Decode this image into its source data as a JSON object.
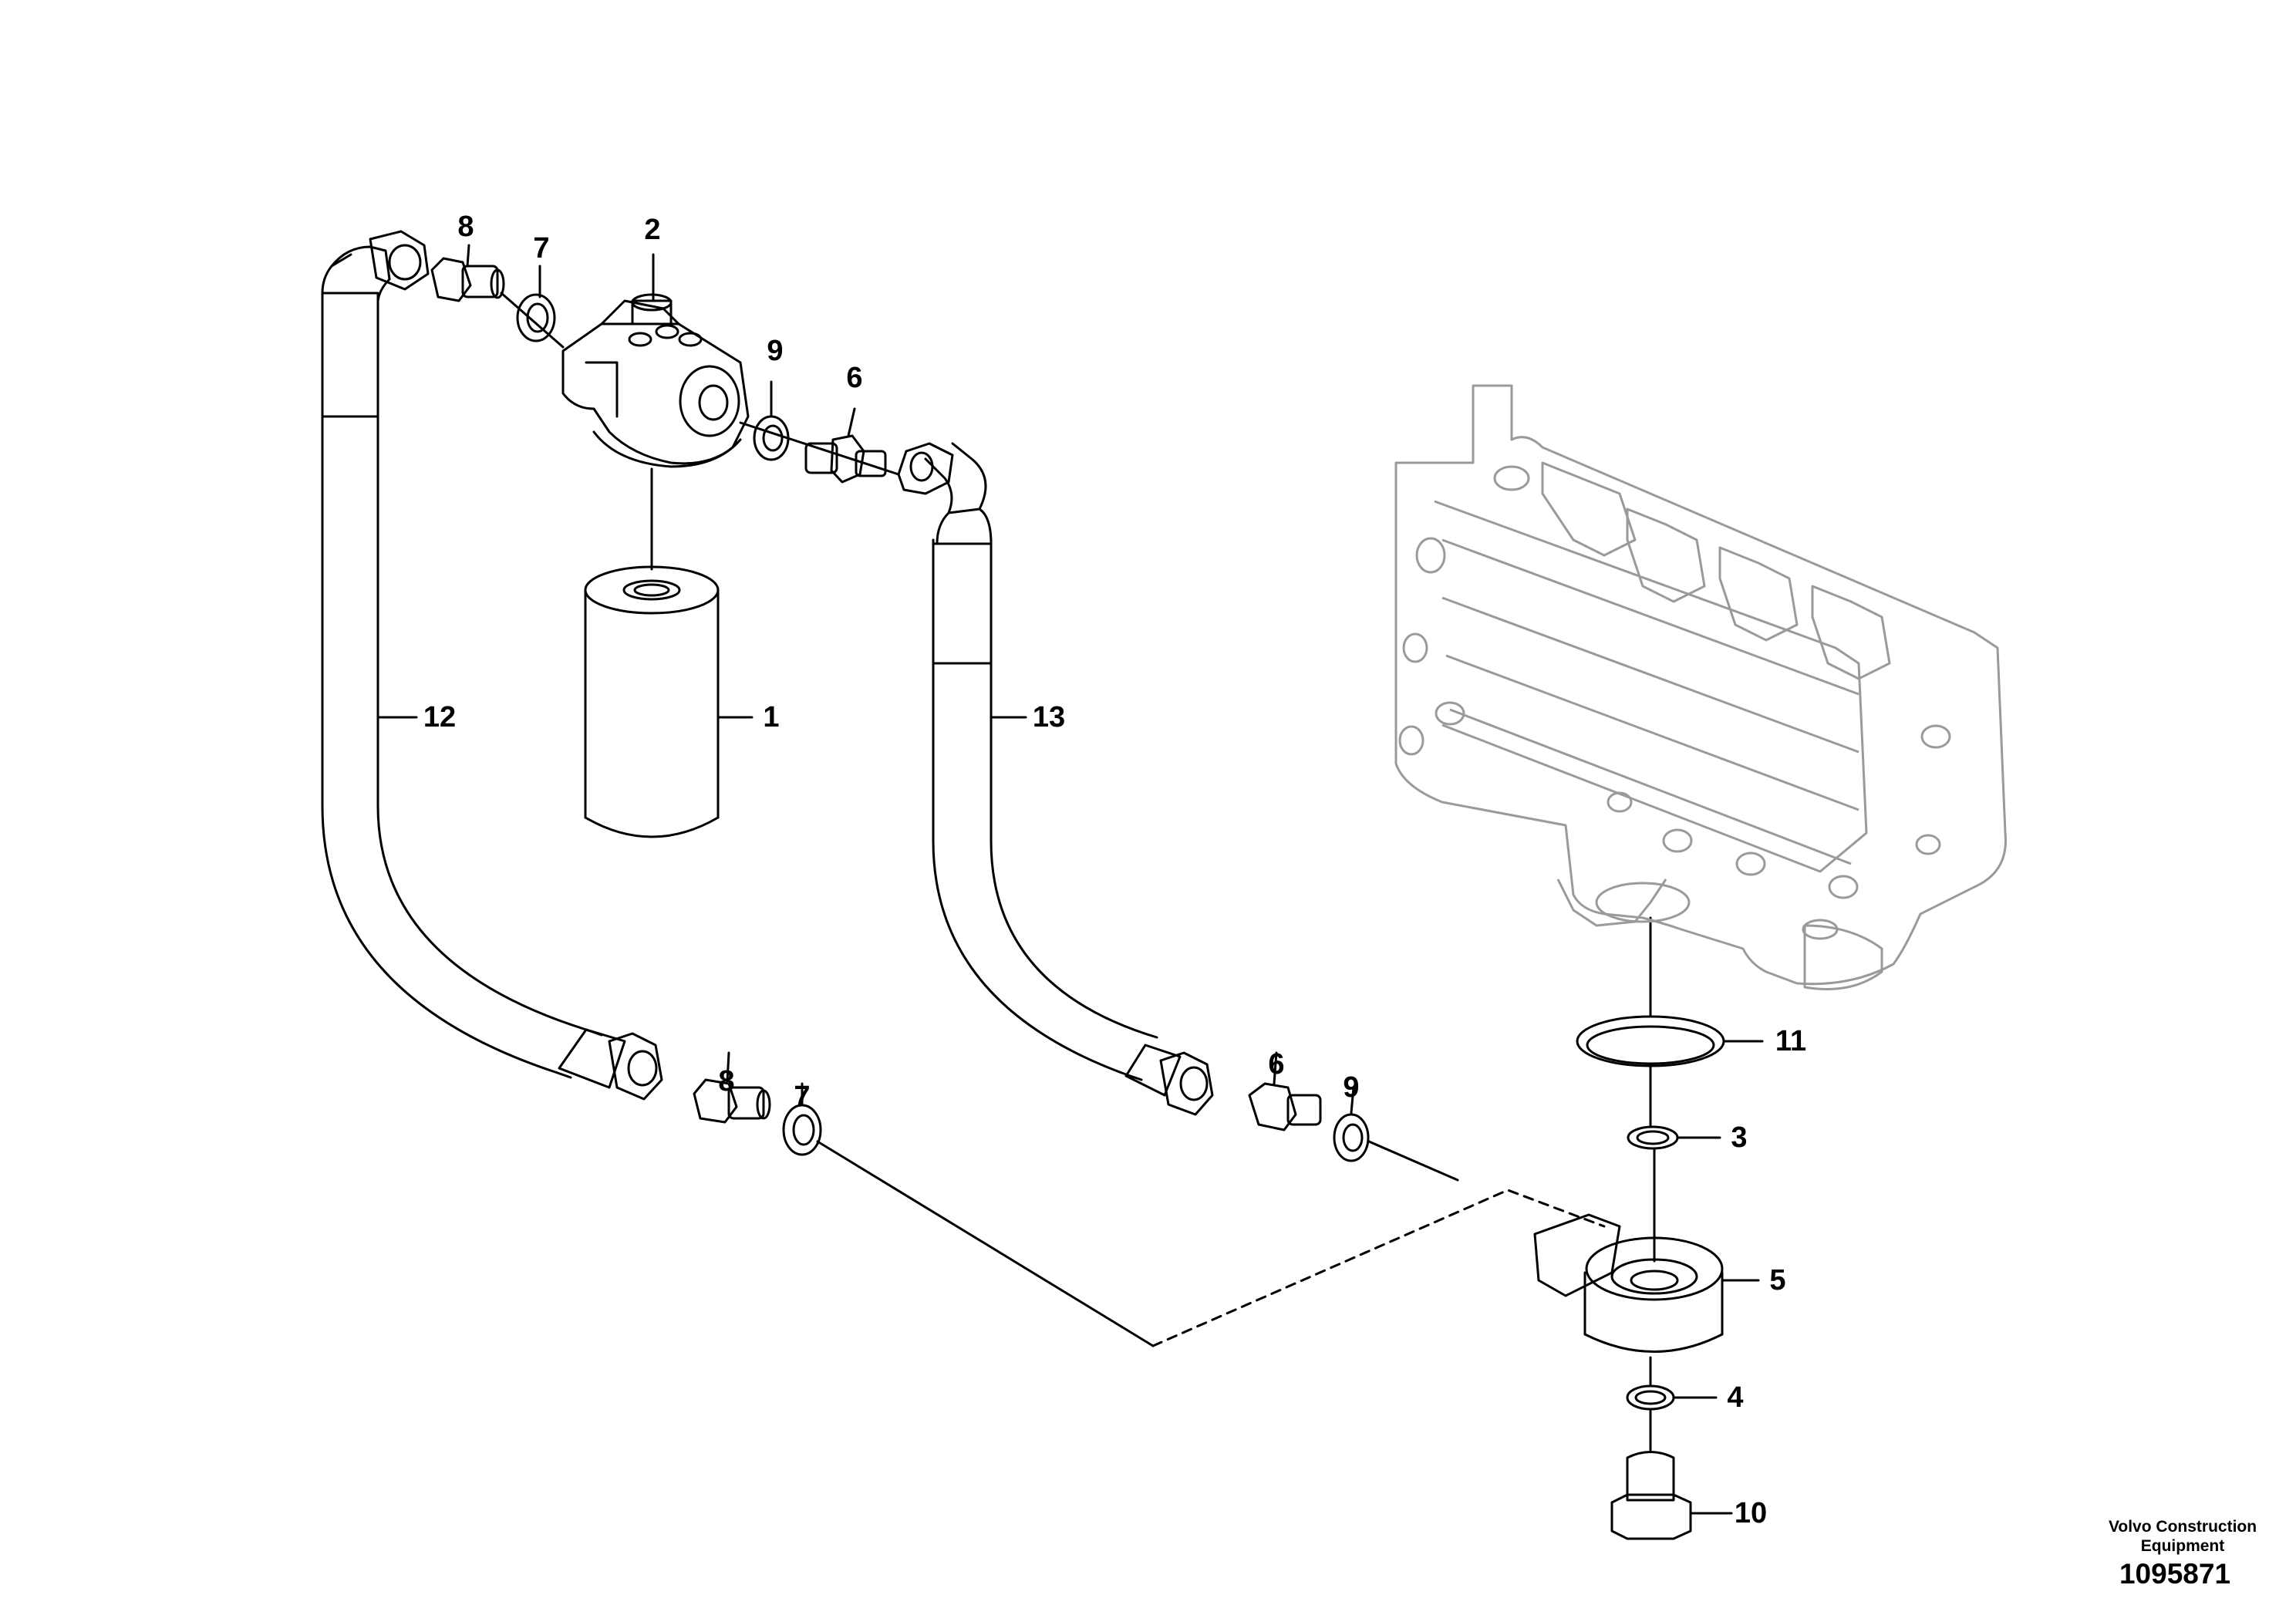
{
  "callouts": {
    "c1": "1",
    "c2": "2",
    "c3": "3",
    "c4": "4",
    "c5": "5",
    "c6a": "6",
    "c6b": "6",
    "c7a": "7",
    "c7b": "7",
    "c8a": "8",
    "c8b": "8",
    "c9a": "9",
    "c9b": "9",
    "c10": "10",
    "c11": "11",
    "c12": "12",
    "c13": "13"
  },
  "branding": {
    "line1": "Volvo Construction",
    "line2": "Equipment",
    "doc_number": "1095871"
  },
  "colors": {
    "line": "#000000",
    "ghost": "#9a9a9a",
    "background": "#ffffff"
  }
}
